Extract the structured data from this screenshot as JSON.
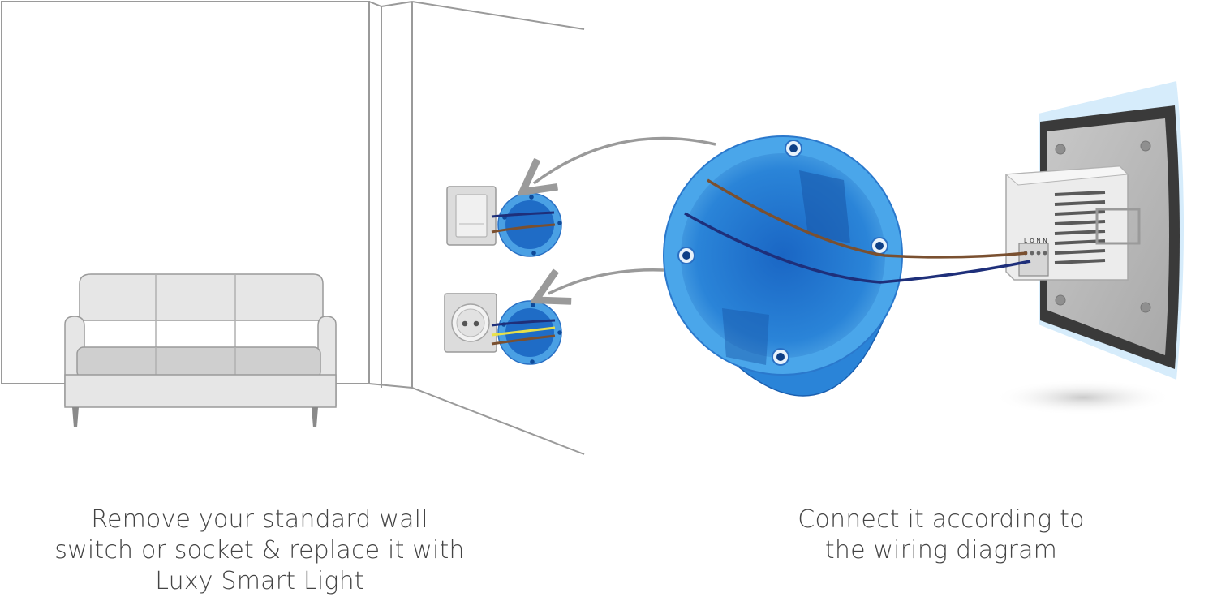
{
  "terminals": {
    "l": "L",
    "q": "Q",
    "n1": "N",
    "n2": "N"
  },
  "captions": {
    "left": [
      "Remove your standard wall",
      "switch or socket & replace it with",
      "Luxy Smart Light"
    ],
    "right": [
      "Connect it according to",
      "the wiring diagram"
    ]
  },
  "colors": {
    "box_blue": "#2a84d8",
    "box_blue_dark": "#1a5fb0",
    "wire_brown": "#7a5030",
    "wire_blue": "#1e2f7a",
    "wire_yellow": "#e8e04a",
    "outline_gray": "#9a9a9a",
    "sofa": "#e6e6e6",
    "sofa_seat": "#cfcfcf",
    "panel_frame": "#3a3a3a",
    "panel_glow": "#d6ecfb"
  }
}
